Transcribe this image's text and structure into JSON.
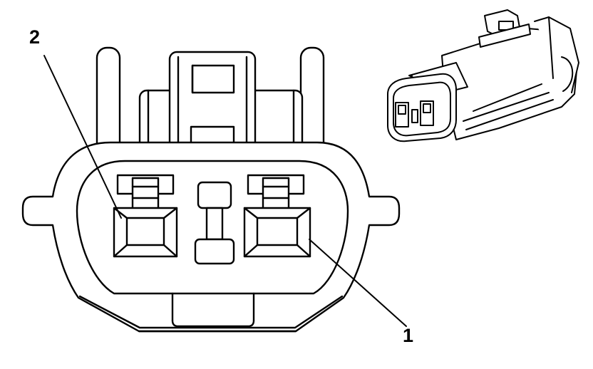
{
  "callouts": [
    {
      "id": "2",
      "label": "2"
    },
    {
      "id": "1",
      "label": "1"
    }
  ],
  "colors": {
    "line": "#000000",
    "background": "#ffffff"
  }
}
